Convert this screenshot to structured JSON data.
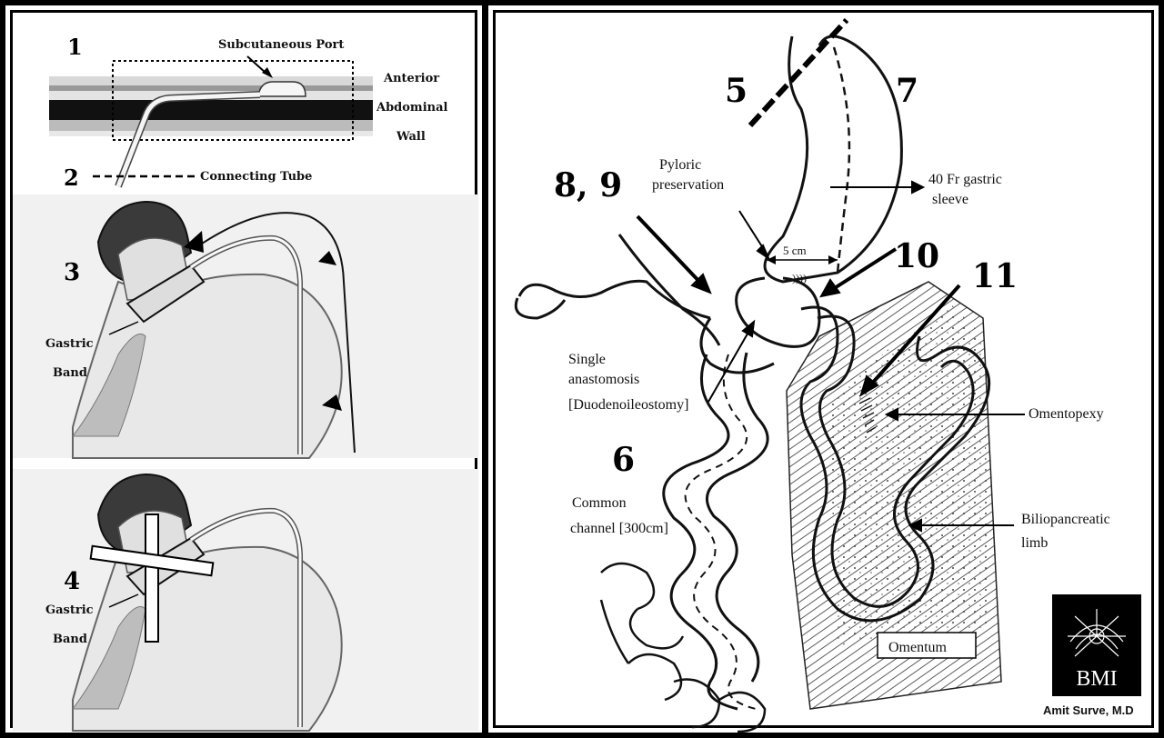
{
  "left": {
    "num1": "1",
    "num2": "2",
    "num3": "3",
    "num4": "4",
    "subcutaneous_port": "Subcutaneous Port",
    "anterior": "Anterior",
    "abdominal": "Abdominal",
    "wall": "Wall",
    "connecting_tube": "Connecting Tube",
    "gastric_3": "Gastric",
    "band_3": "Band",
    "gastric_4": "Gastric",
    "band_4": "Band"
  },
  "right": {
    "num5": "5",
    "num7": "7",
    "num89": "8, 9",
    "num10": "10",
    "num11": "11",
    "num6": "6",
    "pyloric_1": "Pyloric",
    "pyloric_2": "preservation",
    "sleeve_1": "40 Fr gastric",
    "sleeve_2": "sleeve",
    "five_cm": "5 cm",
    "single_1": "Single",
    "single_2": "anastomosis",
    "single_3": "[Duodenoileostomy]",
    "common_1": "Common",
    "common_2": "channel [300cm]",
    "omentopexy": "Omentopexy",
    "bilio_1": "Biliopancreatic",
    "bilio_2": "limb",
    "omentum": "Omentum",
    "logo_text": "BMI",
    "signature": "Amit Surve, M.D"
  }
}
